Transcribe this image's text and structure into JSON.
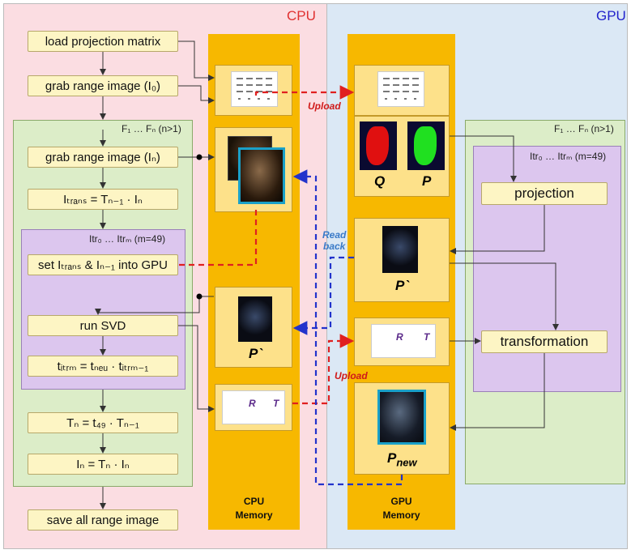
{
  "zones": {
    "cpu_title": "CPU",
    "gpu_title": "GPU"
  },
  "cpu_flow": {
    "load_matrix": "load projection matrix",
    "grab_first": "grab range image (I₀)",
    "outer_loop": "F₁ … Fₙ (n>1)",
    "grab_n": "grab range image (Iₙ)",
    "itrans": "Iₜᵣₐₙₛ = Tₙ₋₁ · Iₙ",
    "inner_loop": "Itr₀ … Itrₘ (m=49)",
    "set_gpu": "set Iₜᵣₐₙₛ & Iₙ₋₁ into GPU",
    "run_svd": "run SVD",
    "titr": "tᵢₜᵣₘ = tₙₑᵤ · tᵢₜᵣₘ₋₁",
    "tn": "Tₙ = t₄₉ · Tₙ₋₁",
    "in": "Iₙ = Tₙ · Iₙ",
    "save": "save all range image"
  },
  "memory": {
    "cpu_label_1": "CPU",
    "cpu_label_2": "Memory",
    "gpu_label_1": "GPU",
    "gpu_label_2": "Memory",
    "label_q": "Q",
    "label_p": "P",
    "label_p_prime": "P`",
    "label_p_prime_cpu": "P`",
    "label_pnew": "P",
    "label_pnew_sub": "new",
    "rt_r": "R",
    "rt_t": "T",
    "rt_r2": "R",
    "rt_t2": "T"
  },
  "gpu_flow": {
    "outer_loop": "F₁ … Fₙ (n>1)",
    "inner_loop": "Itr₀ … Itrₘ (m=49)",
    "projection": "projection",
    "transformation": "transformation"
  },
  "annotations": {
    "upload_top": "Upload",
    "upload_bottom": "Upload",
    "readback_1": "Read",
    "readback_2": "back"
  },
  "colors": {
    "cpu_bg": "#fbdde2",
    "gpu_bg": "#dbe8f5",
    "loop_green": "#dcedc8",
    "loop_purple": "#dcc6ee",
    "memory_bar": "#f7b800",
    "upload_red": "#e02020",
    "readback_blue": "#2233cc"
  }
}
